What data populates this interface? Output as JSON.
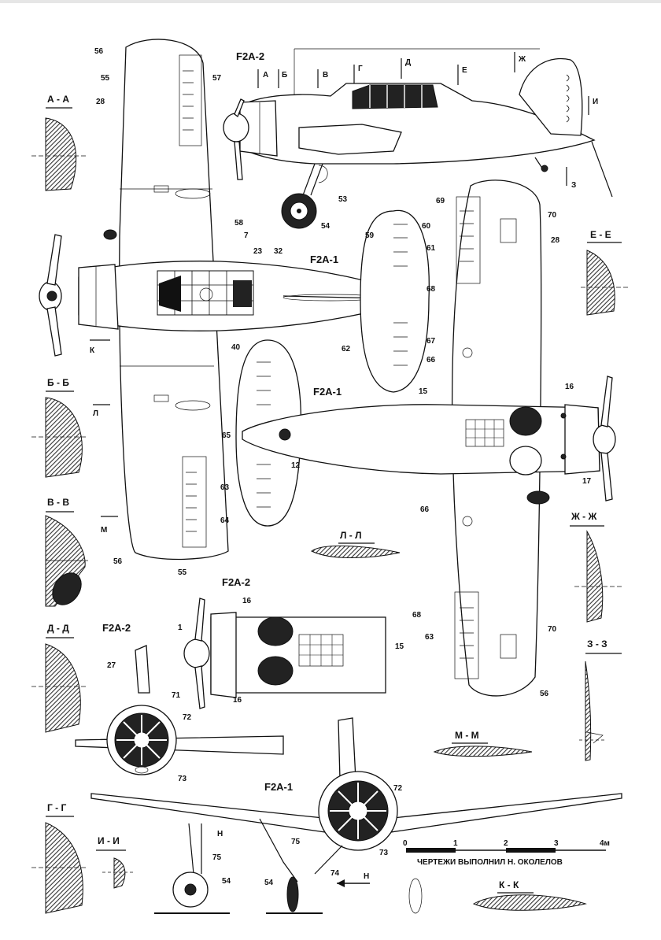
{
  "titles": {
    "side_view": "F2A-2",
    "top_view": "F2A-1",
    "bottom_view": "F2A-1",
    "nose_bottom_view": "F2A-2",
    "front_small": "F2A-2",
    "front_large": "F2A-1"
  },
  "station_letters": [
    "А",
    "Б",
    "В",
    "Г",
    "Д",
    "Е",
    "Ж",
    "И",
    "З"
  ],
  "section_labels": {
    "aa": "А - А",
    "bb": "Б - Б",
    "vv": "В - В",
    "dd": "Д - Д",
    "gg": "Г - Г",
    "ii": "И - И",
    "ee": "Е - Е",
    "zhzh": "Ж - Ж",
    "zz": "З - З",
    "ll": "Л - Л",
    "mm": "М - М",
    "kk": "К - К"
  },
  "cut_marks": {
    "k": "К",
    "l": "Л",
    "m": "М",
    "n1": "Н",
    "n2": "Н"
  },
  "callouts": {
    "c56a": "56",
    "c55a": "55",
    "c57": "57",
    "c28a": "28",
    "c58": "58",
    "c7": "7",
    "c23": "23",
    "c32": "32",
    "c40": "40",
    "c53": "53",
    "c54a": "54",
    "c59": "59",
    "c60": "60",
    "c61": "61",
    "c62": "62",
    "c69": "69",
    "c70a": "70",
    "c28b": "28",
    "c68a": "68",
    "c67": "67",
    "c66a": "66",
    "c15a": "15",
    "c16a": "16",
    "c17": "17",
    "c65": "65",
    "c12": "12",
    "c63a": "63",
    "c64": "64",
    "c56b": "56",
    "c55b": "55",
    "c66b": "66",
    "c68b": "68",
    "c63b": "63",
    "c70b": "70",
    "c56c": "56",
    "c1": "1",
    "c16b": "16",
    "c15b": "15",
    "c16c": "16",
    "c27": "27",
    "c71": "71",
    "c72a": "72",
    "c73a": "73",
    "c72b": "72",
    "c73b": "73",
    "c75a": "75",
    "c75b": "75",
    "c74": "74",
    "c54b": "54",
    "c54c": "54"
  },
  "scale": {
    "ticks": [
      "0",
      "1",
      "2",
      "3",
      "4м"
    ],
    "credit": "ЧЕРТЕЖИ   ВЫПОЛНИЛ   Н. ОКОЛЕЛОВ"
  }
}
